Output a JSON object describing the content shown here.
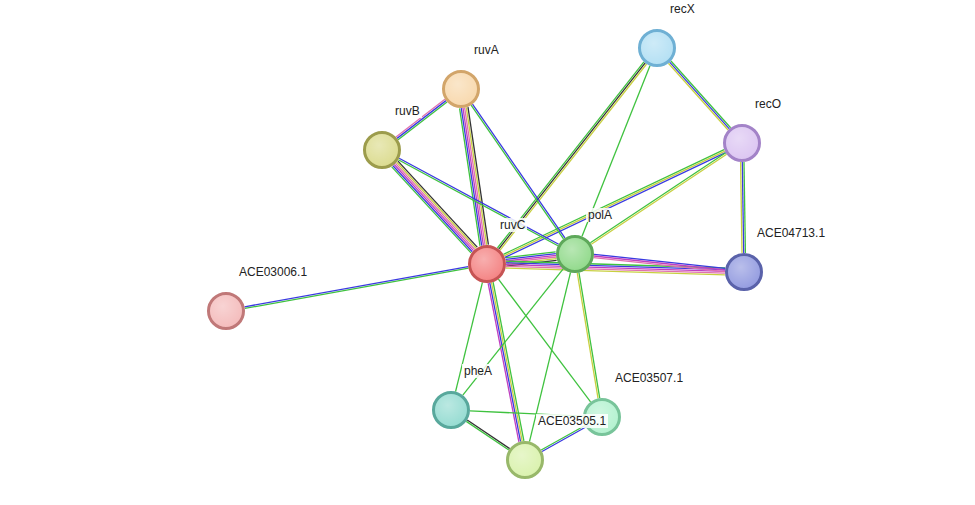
{
  "diagram": {
    "nodes": [
      {
        "text": [
          "recX"
        ]
      },
      {
        "text": [
          "ruvA"
        ]
      },
      {
        "text": [
          "recO"
        ]
      },
      {
        "text": [
          "ruvB"
        ]
      },
      {
        "text": [
          "ruvC"
        ]
      },
      {
        "text": [
          "polA"
        ]
      },
      {
        "text": [
          "ACE04713.1"
        ]
      },
      {
        "text": [
          "ACE03006.1"
        ]
      },
      {
        "text": [
          "pheA"
        ]
      },
      {
        "text": [
          "ACE03507.1"
        ]
      },
      {
        "text": [
          "ACE03505.1"
        ]
      }
    ],
    "edges": [
      {
        "from": 4,
        "to": 1,
        "arrow": "none"
      },
      {
        "from": 4,
        "to": 3,
        "arrow": "none"
      },
      {
        "from": 4,
        "to": 5,
        "arrow": "none"
      },
      {
        "from": 4,
        "to": 0,
        "arrow": "none"
      },
      {
        "from": 4,
        "to": 2,
        "arrow": "none"
      },
      {
        "from": 4,
        "to": 6,
        "arrow": "none"
      },
      {
        "from": 4,
        "to": 7,
        "arrow": "none"
      },
      {
        "from": 4,
        "to": 8,
        "arrow": "none"
      },
      {
        "from": 4,
        "to": 9,
        "arrow": "none"
      },
      {
        "from": 4,
        "to": 10,
        "arrow": "none"
      },
      {
        "from": 5,
        "to": 1,
        "arrow": "none"
      },
      {
        "from": 5,
        "to": 3,
        "arrow": "none"
      },
      {
        "from": 5,
        "to": 0,
        "arrow": "none"
      },
      {
        "from": 5,
        "to": 2,
        "arrow": "none"
      },
      {
        "from": 5,
        "to": 6,
        "arrow": "none"
      },
      {
        "from": 5,
        "to": 8,
        "arrow": "none"
      },
      {
        "from": 5,
        "to": 9,
        "arrow": "none"
      },
      {
        "from": 5,
        "to": 10,
        "arrow": "none"
      },
      {
        "from": 1,
        "to": 3,
        "arrow": "none"
      },
      {
        "from": 0,
        "to": 2,
        "arrow": "none"
      },
      {
        "from": 2,
        "to": 6,
        "arrow": "none"
      },
      {
        "from": 8,
        "to": 10,
        "arrow": "none"
      },
      {
        "from": 8,
        "to": 9,
        "arrow": "none"
      },
      {
        "from": 10,
        "to": 9,
        "arrow": "none"
      }
    ]
  }
}
